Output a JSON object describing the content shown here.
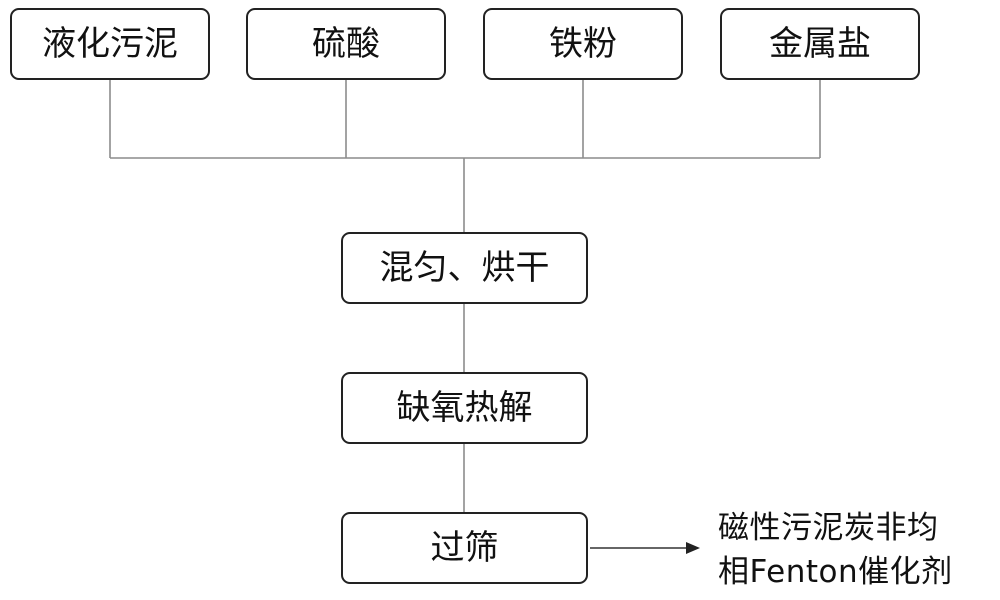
{
  "inputs": [
    {
      "label": "液化污泥"
    },
    {
      "label": "硫酸"
    },
    {
      "label": "铁粉"
    },
    {
      "label": "金属盐"
    }
  ],
  "steps": [
    {
      "label": "混匀、烘干"
    },
    {
      "label": "缺氧热解"
    },
    {
      "label": "过筛"
    }
  ],
  "product": {
    "line1": "磁性污泥炭非均",
    "line2": "相Fenton催化剂"
  }
}
